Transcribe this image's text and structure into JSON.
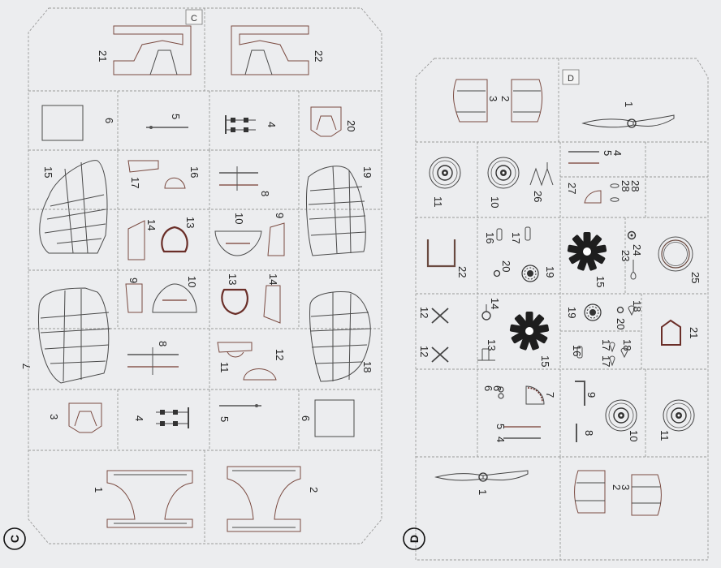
{
  "sprues": {
    "c": {
      "letter": "C",
      "corner_label": "C",
      "labels": {
        "n21": "21",
        "n22": "22",
        "n6a": "6",
        "n5a": "5",
        "n4a": "4",
        "n20": "20",
        "n15": "15",
        "n17": "17",
        "n16": "16",
        "n8a": "8",
        "n19": "19",
        "n14a": "14",
        "n13a": "13",
        "n10a": "10",
        "n9a": "9",
        "n9b": "9",
        "n10b": "10",
        "n13b": "13",
        "n14b": "14",
        "n7": "7",
        "n8b": "8",
        "n11": "11",
        "n12": "12",
        "n18": "18",
        "n3": "3",
        "n4b": "4",
        "n5b": "5",
        "n6b": "6",
        "n1": "1",
        "n2": "2"
      }
    },
    "d": {
      "letter": "D",
      "corner_label": "D",
      "labels": {
        "n3a": "3",
        "n2a": "2",
        "n1a": "1",
        "n11a": "11",
        "n10a": "10",
        "n26": "26",
        "n5a": "5",
        "n4a": "4",
        "n27": "27",
        "n28a": "28",
        "n28b": "28",
        "n22": "22",
        "n16a": "16",
        "n17a": "17",
        "n20a": "20",
        "n19a": "19",
        "n15a": "15",
        "n23": "23",
        "n24": "24",
        "n25": "25",
        "n12a": "12",
        "n14": "14",
        "n19b": "19",
        "n20b": "20",
        "n18a": "18",
        "n21": "21",
        "n12b": "12",
        "n13": "13",
        "n15b": "15",
        "n16b": "16",
        "n17b": "17",
        "n17c": "17",
        "n18b": "18",
        "n6a": "6",
        "n6b": "6",
        "n7": "7",
        "n9": "9",
        "n4b": "4",
        "n5b": "5",
        "n8": "8",
        "n10b": "10",
        "n11b": "11",
        "n1b": "1",
        "n2b": "2",
        "n3b": "3"
      }
    }
  }
}
